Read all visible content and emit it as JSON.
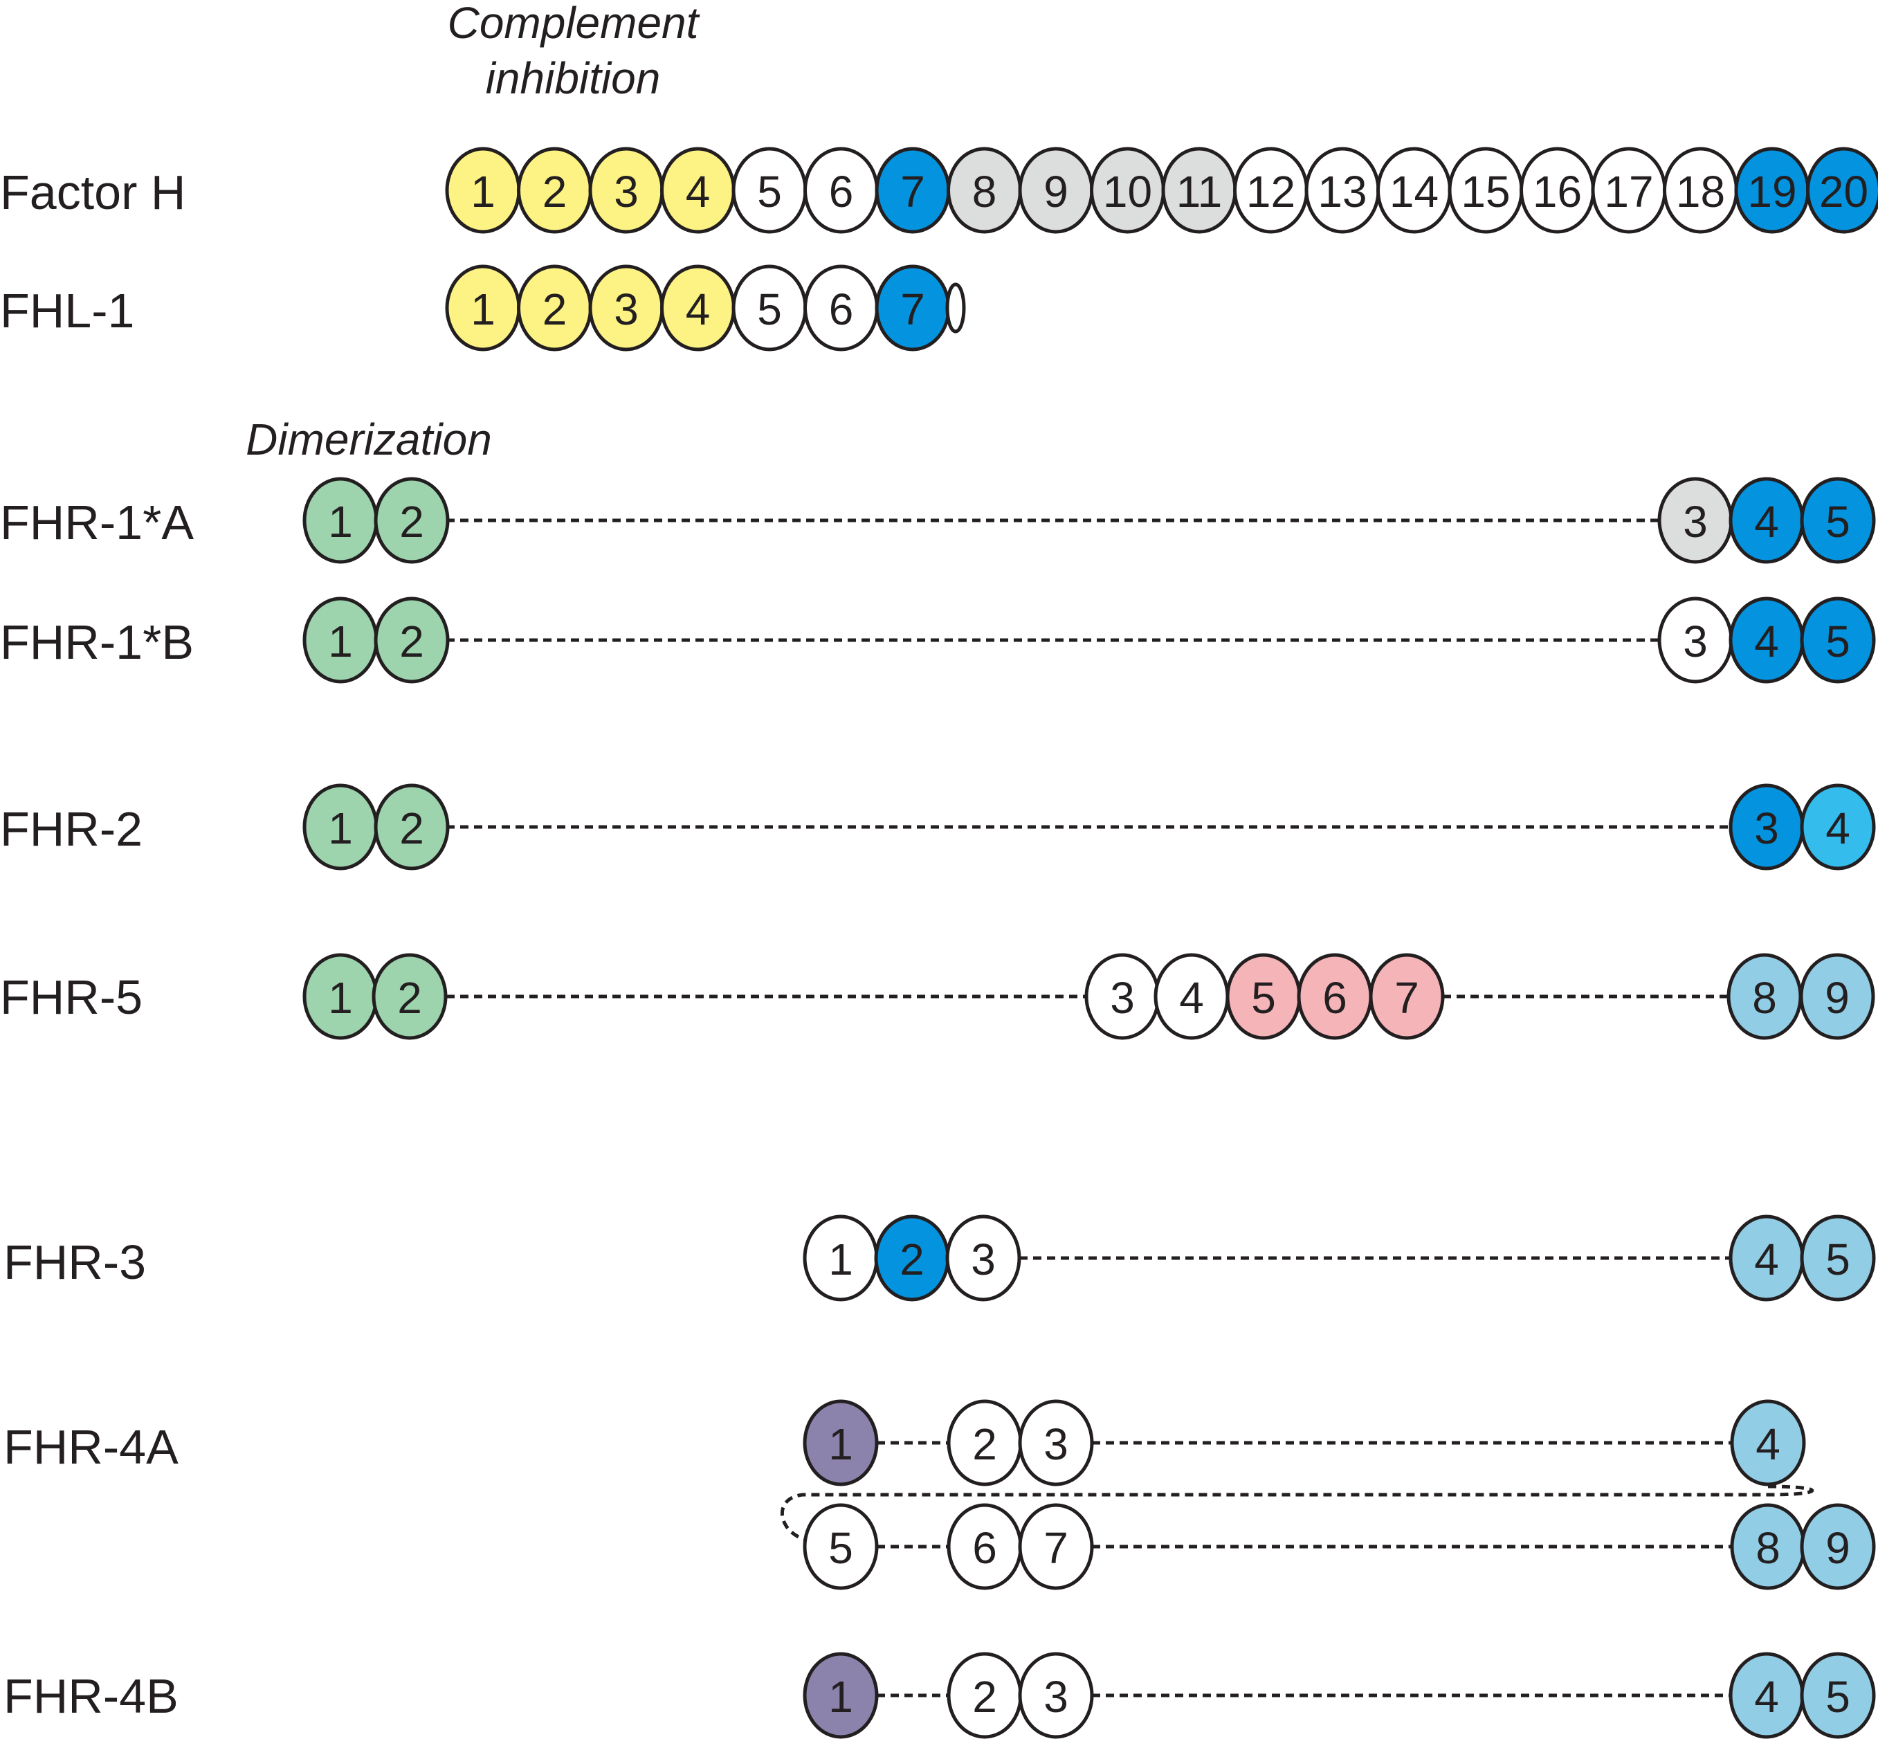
{
  "colors": {
    "yellow": "#fdf384",
    "blue": "#0493de",
    "lightblue": "#34bced",
    "paleblue": "#92cde6",
    "grey": "#dcdddd",
    "white": "#ffffff",
    "green": "#9dd4ae",
    "pink": "#f5b4b8",
    "purple": "#8c83ad",
    "outline": "#231f20"
  },
  "annotations": {
    "complement_line1": "Complement",
    "complement_line2": "inhibition",
    "dimerization": "Dimerization"
  },
  "proteins": [
    {
      "name": "Factor H",
      "domains": [
        {
          "n": "1",
          "color": "yellow"
        },
        {
          "n": "2",
          "color": "yellow"
        },
        {
          "n": "3",
          "color": "yellow"
        },
        {
          "n": "4",
          "color": "yellow"
        },
        {
          "n": "5",
          "color": "white"
        },
        {
          "n": "6",
          "color": "white"
        },
        {
          "n": "7",
          "color": "blue"
        },
        {
          "n": "8",
          "color": "grey"
        },
        {
          "n": "9",
          "color": "grey"
        },
        {
          "n": "10",
          "color": "grey"
        },
        {
          "n": "11",
          "color": "grey"
        },
        {
          "n": "12",
          "color": "white"
        },
        {
          "n": "13",
          "color": "white"
        },
        {
          "n": "14",
          "color": "white"
        },
        {
          "n": "15",
          "color": "white"
        },
        {
          "n": "16",
          "color": "white"
        },
        {
          "n": "17",
          "color": "white"
        },
        {
          "n": "18",
          "color": "white"
        },
        {
          "n": "19",
          "color": "blue"
        },
        {
          "n": "20",
          "color": "blue"
        }
      ]
    },
    {
      "name": "FHL-1",
      "domains": [
        {
          "n": "1",
          "color": "yellow"
        },
        {
          "n": "2",
          "color": "yellow"
        },
        {
          "n": "3",
          "color": "yellow"
        },
        {
          "n": "4",
          "color": "yellow"
        },
        {
          "n": "5",
          "color": "white"
        },
        {
          "n": "6",
          "color": "white"
        },
        {
          "n": "7",
          "color": "blue"
        }
      ]
    },
    {
      "name": "FHR-1*A",
      "domains": [
        {
          "n": "1",
          "color": "green"
        },
        {
          "n": "2",
          "color": "green"
        },
        {
          "n": "3",
          "color": "grey"
        },
        {
          "n": "4",
          "color": "blue"
        },
        {
          "n": "5",
          "color": "blue"
        }
      ]
    },
    {
      "name": "FHR-1*B",
      "domains": [
        {
          "n": "1",
          "color": "green"
        },
        {
          "n": "2",
          "color": "green"
        },
        {
          "n": "3",
          "color": "white"
        },
        {
          "n": "4",
          "color": "blue"
        },
        {
          "n": "5",
          "color": "blue"
        }
      ]
    },
    {
      "name": "FHR-2",
      "domains": [
        {
          "n": "1",
          "color": "green"
        },
        {
          "n": "2",
          "color": "green"
        },
        {
          "n": "3",
          "color": "blue"
        },
        {
          "n": "4",
          "color": "lightblue"
        }
      ]
    },
    {
      "name": "FHR-5",
      "domains": [
        {
          "n": "1",
          "color": "green"
        },
        {
          "n": "2",
          "color": "green"
        },
        {
          "n": "3",
          "color": "white"
        },
        {
          "n": "4",
          "color": "white"
        },
        {
          "n": "5",
          "color": "pink"
        },
        {
          "n": "6",
          "color": "pink"
        },
        {
          "n": "7",
          "color": "pink"
        },
        {
          "n": "8",
          "color": "paleblue"
        },
        {
          "n": "9",
          "color": "paleblue"
        }
      ]
    },
    {
      "name": "FHR-3",
      "domains": [
        {
          "n": "1",
          "color": "white"
        },
        {
          "n": "2",
          "color": "blue"
        },
        {
          "n": "3",
          "color": "white"
        },
        {
          "n": "4",
          "color": "paleblue"
        },
        {
          "n": "5",
          "color": "paleblue"
        }
      ]
    },
    {
      "name": "FHR-4A",
      "domains": [
        {
          "n": "1",
          "color": "purple"
        },
        {
          "n": "2",
          "color": "white"
        },
        {
          "n": "3",
          "color": "white"
        },
        {
          "n": "4",
          "color": "paleblue"
        },
        {
          "n": "5",
          "color": "white"
        },
        {
          "n": "6",
          "color": "white"
        },
        {
          "n": "7",
          "color": "white"
        },
        {
          "n": "8",
          "color": "paleblue"
        },
        {
          "n": "9",
          "color": "paleblue"
        }
      ]
    },
    {
      "name": "FHR-4B",
      "domains": [
        {
          "n": "1",
          "color": "purple"
        },
        {
          "n": "2",
          "color": "white"
        },
        {
          "n": "3",
          "color": "white"
        },
        {
          "n": "4",
          "color": "paleblue"
        },
        {
          "n": "5",
          "color": "paleblue"
        }
      ]
    }
  ]
}
